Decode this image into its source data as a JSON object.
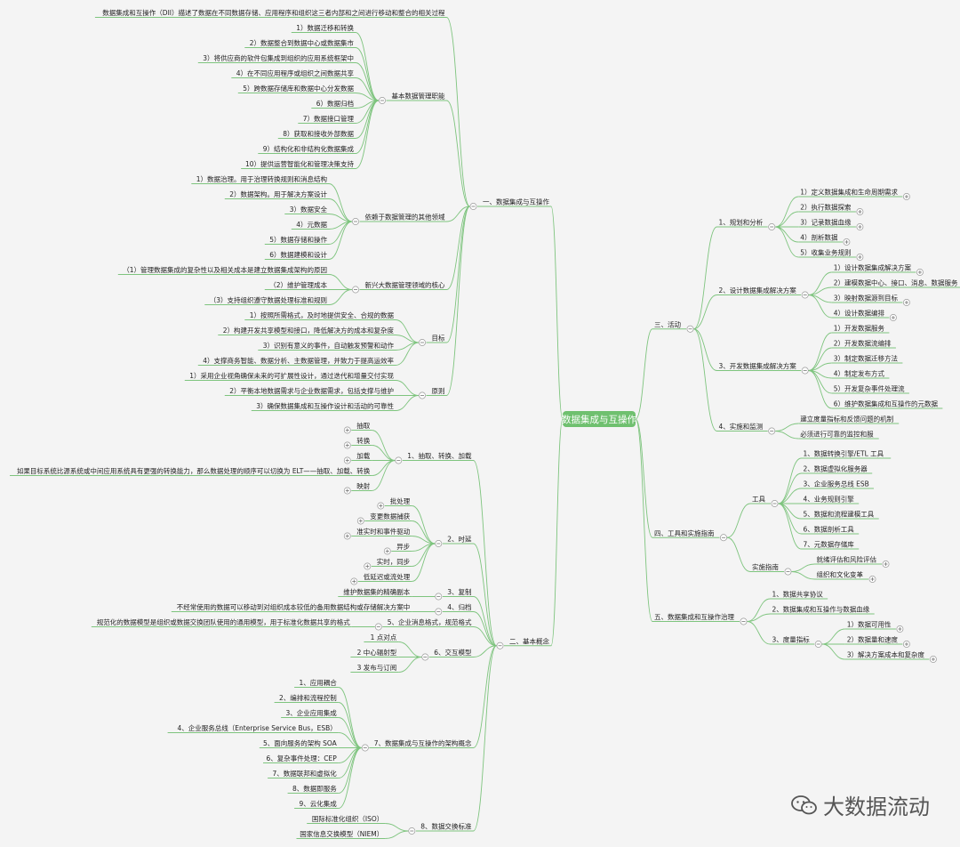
{
  "root": "数据集成与互操作",
  "colors": {
    "line": "#7ec47e",
    "root_fill": "#6fc06f",
    "root_text": "#ffffff",
    "text": "#222222",
    "background": "#f4f4f4"
  },
  "watermark": "大数据流动",
  "left": [
    {
      "label": "一、数据集成与互操作",
      "children": [
        {
          "label": "数据集成和互操作（DII）描述了数据在不同数据存储、应用程序和组织这三者内部和之间进行移动和整合的相关过程"
        },
        {
          "label": "基本数据管理职能",
          "children": [
            {
              "label": "1）数据迁移和转换"
            },
            {
              "label": "2）数据整合到数据中心或数据集市"
            },
            {
              "label": "3）将供应商的软件包集成到组织的应用系统框架中"
            },
            {
              "label": "4）在不同应用程序或组织之间数据共享"
            },
            {
              "label": "5）跨数据存储库和数据中心分发数据"
            },
            {
              "label": "6）数据归档"
            },
            {
              "label": "7）数据接口管理"
            },
            {
              "label": "8）获取和接收外部数据"
            },
            {
              "label": "9）结构化和非结构化数据集成"
            },
            {
              "label": "10）提供运营智能化和管理决策支持"
            }
          ]
        },
        {
          "label": "依赖于数据管理的其他领域",
          "children": [
            {
              "label": "1）数据治理。用于治理转换规则和消息结构"
            },
            {
              "label": "2）数据架构。用于解决方案设计"
            },
            {
              "label": "3）数据安全"
            },
            {
              "label": "4）元数据"
            },
            {
              "label": "5）数据存储和操作"
            },
            {
              "label": "6）数据建模和设计"
            }
          ]
        },
        {
          "label": "新兴大数据管理领域的核心",
          "children": [
            {
              "label": "（1）管理数据集成的复杂性以及相关成本是建立数据集成架构的原因"
            },
            {
              "label": "（2）维护管理成本"
            },
            {
              "label": "（3）支持组织遵守数据处理标准和规则"
            }
          ]
        },
        {
          "label": "目标",
          "children": [
            {
              "label": "1）按照所需格式，及时地提供安全、合规的数据"
            },
            {
              "label": "2）构建开发共享模型和接口，降低解决方的成本和复杂度"
            },
            {
              "label": "3）识别有意义的事件，自动触发预警和动作"
            },
            {
              "label": "4）支撑商务智能、数据分析、主数据管理，并致力于提高运效率"
            }
          ]
        },
        {
          "label": "原则",
          "children": [
            {
              "label": "1）采用企业视角确保未来的可扩展性设计，通过迭代和增量交付实现"
            },
            {
              "label": "2）平衡本地数据需求与企业数据需求，包括支撑与维护"
            },
            {
              "label": "3）确保数据集成和互操作设计和活动的可靠性"
            }
          ]
        }
      ]
    },
    {
      "label": "二、基本概念",
      "children": [
        {
          "label": "1、抽取、转换、加载",
          "children": [
            {
              "label": "抽取",
              "collapsed": true
            },
            {
              "label": "转换",
              "collapsed": true
            },
            {
              "label": "加载",
              "collapsed": true
            },
            {
              "label": "如果目标系统比源系统或中间应用系统具有更强的转换能力，那么数据处理的顺序可以切换为 ELT——抽取、加载、转换"
            },
            {
              "label": "映射",
              "collapsed": true
            }
          ]
        },
        {
          "label": "2、时延",
          "children": [
            {
              "label": "批处理",
              "collapsed": true
            },
            {
              "label": "变更数据捕获",
              "collapsed": true
            },
            {
              "label": "准实时和事件驱动",
              "collapsed": true
            },
            {
              "label": "异步",
              "collapsed": true
            },
            {
              "label": "实时，同步",
              "collapsed": true
            },
            {
              "label": "低延迟或流处理",
              "collapsed": true
            }
          ]
        },
        {
          "label": "3、复制",
          "children": [
            {
              "label": "维护数据集的精确副本"
            }
          ]
        },
        {
          "label": "4、归档",
          "children": [
            {
              "label": "不经常使用的数据可以移动到对组织成本较低的备用数据结构或存储解决方案中"
            }
          ]
        },
        {
          "label": "5、企业消息格式，规范格式",
          "children": [
            {
              "label": "规范化的数据模型是组织或数据交换团队使用的通用模型，用于标准化数据共享的格式"
            }
          ]
        },
        {
          "label": "6、交互模型",
          "children": [
            {
              "label": "1 点对点"
            },
            {
              "label": "2 中心辐射型"
            },
            {
              "label": "3 发布与订阅"
            }
          ]
        },
        {
          "label": "7、数据集成与互操作的架构概念",
          "children": [
            {
              "label": "1、应用耦合"
            },
            {
              "label": "2、编排和流程控制"
            },
            {
              "label": "3、企业应用集成"
            },
            {
              "label": "4、企业服务总线（Enterprise Service Bus，ESB）"
            },
            {
              "label": "5、面向服务的架构 SOA"
            },
            {
              "label": "6、复杂事件处理：CEP"
            },
            {
              "label": "7、数据联邦和虚拟化"
            },
            {
              "label": "8、数据即服务"
            },
            {
              "label": "9、云化集成"
            }
          ]
        },
        {
          "label": "8、数据交换标准",
          "children": [
            {
              "label": "国际标准化组织（ISO）"
            },
            {
              "label": "国家信息交换模型（NIEM）"
            }
          ]
        }
      ]
    }
  ],
  "right": [
    {
      "label": "三、活动",
      "children": [
        {
          "label": "1、规划和分析",
          "children": [
            {
              "label": "1）定义数据集成和生命周期需求",
              "collapsed": true
            },
            {
              "label": "2）执行数据探索",
              "collapsed": true
            },
            {
              "label": "3）记录数据血缘",
              "collapsed": true
            },
            {
              "label": "4）剖析数据",
              "collapsed": true
            },
            {
              "label": "5）收集业务规则",
              "collapsed": true
            }
          ]
        },
        {
          "label": "2、设计数据集成解决方案",
          "children": [
            {
              "label": "1）设计数据集成解决方案",
              "collapsed": true
            },
            {
              "label": "2）建模数据中心、接口、消息、数据服务",
              "collapsed": true
            },
            {
              "label": "3）映射数据源到目标",
              "collapsed": true
            },
            {
              "label": "4）设计数据编排",
              "collapsed": true
            }
          ]
        },
        {
          "label": "3、开发数据集成解决方案",
          "children": [
            {
              "label": "1）开发数据服务"
            },
            {
              "label": "2）开发数据流编排"
            },
            {
              "label": "3）制定数据迁移方法"
            },
            {
              "label": "4）制定发布方式"
            },
            {
              "label": "5）开发复杂事件处理流"
            },
            {
              "label": "6）维护数据集成和互操作的元数据"
            }
          ]
        },
        {
          "label": "4、实施和监测",
          "children": [
            {
              "label": "建立度量指标和反馈问题的机制"
            },
            {
              "label": "必须进行可靠的监控和服"
            }
          ]
        }
      ]
    },
    {
      "label": "四、工具和实施指南",
      "children": [
        {
          "label": "工具",
          "children": [
            {
              "label": "1、数据转换引擎/ETL 工具"
            },
            {
              "label": "2、数据虚拟化服务器"
            },
            {
              "label": "3、企业服务总线 ESB"
            },
            {
              "label": "4、业务规则引擎"
            },
            {
              "label": "5、数据和流程建模工具"
            },
            {
              "label": "6、数据剖析工具"
            },
            {
              "label": "7、元数据存储库"
            }
          ]
        },
        {
          "label": "实施指南",
          "children": [
            {
              "label": "就绪评估和风险评估",
              "collapsed": true
            },
            {
              "label": "组织和文化变革",
              "collapsed": true
            }
          ]
        }
      ]
    },
    {
      "label": "五、数据集成和互操作治理",
      "children": [
        {
          "label": "1、数据共享协议"
        },
        {
          "label": "2、数据集成和互操作与数据血缘"
        },
        {
          "label": "3、度量指标",
          "children": [
            {
              "label": "1）数据可用性",
              "collapsed": true
            },
            {
              "label": "2）数据量和速度",
              "collapsed": true
            },
            {
              "label": "3）解决方案成本和复杂度",
              "collapsed": true
            }
          ]
        }
      ]
    }
  ]
}
